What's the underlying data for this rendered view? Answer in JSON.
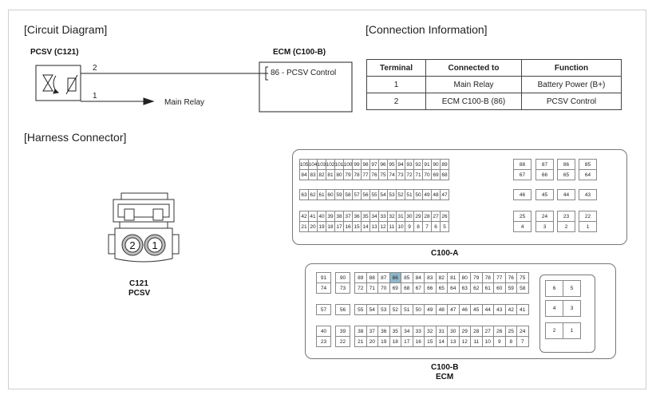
{
  "sections": {
    "circuit_diagram": "[Circuit Diagram]",
    "connection_information": "[Connection Information]",
    "harness_connector": "[Harness Connector]"
  },
  "circuit": {
    "pcsv_label": "PCSV (C121)",
    "ecm_label": "ECM (C100-B)",
    "ecm_pin_label": "86 - PCSV Control",
    "wire_2_number": "2",
    "wire_1_number": "1",
    "main_relay_label": "Main Relay"
  },
  "connection_table": {
    "headers": [
      "Terminal",
      "Connected to",
      "Function"
    ],
    "rows": [
      [
        "1",
        "Main Relay",
        "Battery Power (B+)"
      ],
      [
        "2",
        "ECM C100-B (86)",
        "PCSV Control"
      ]
    ]
  },
  "pcsv_connector": {
    "pins": [
      "2",
      "1"
    ],
    "caption_line1": "C121",
    "caption_line2": "PCSV"
  },
  "c100a": {
    "caption": "C100-A",
    "main_rows": [
      [
        "105",
        "104",
        "103",
        "102",
        "101",
        "100",
        "99",
        "98",
        "97",
        "96",
        "95",
        "94",
        "93",
        "92",
        "91",
        "90",
        "89"
      ],
      [
        "84",
        "83",
        "82",
        "81",
        "80",
        "79",
        "78",
        "77",
        "76",
        "75",
        "74",
        "73",
        "72",
        "71",
        "70",
        "69",
        "68"
      ],
      [
        "63",
        "62",
        "61",
        "60",
        "59",
        "58",
        "57",
        "56",
        "55",
        "54",
        "53",
        "52",
        "51",
        "50",
        "49",
        "48",
        "47"
      ],
      [
        "42",
        "41",
        "40",
        "39",
        "38",
        "37",
        "36",
        "35",
        "34",
        "33",
        "32",
        "31",
        "30",
        "29",
        "28",
        "27",
        "26"
      ],
      [
        "21",
        "20",
        "19",
        "18",
        "17",
        "16",
        "15",
        "14",
        "13",
        "12",
        "11",
        "10",
        "9",
        "8",
        "7",
        "6",
        "5"
      ]
    ],
    "side_rows": [
      [
        "88",
        "87",
        "86",
        "85"
      ],
      [
        "67",
        "66",
        "65",
        "64"
      ],
      [
        "46",
        "45",
        "44",
        "43"
      ],
      [
        "25",
        "24",
        "23",
        "22"
      ],
      [
        "4",
        "3",
        "2",
        "1"
      ]
    ]
  },
  "c100b": {
    "caption_line1": "C100-B",
    "caption_line2": "ECM",
    "highlight_pin": "86",
    "left_rows": [
      [
        "91",
        "90"
      ],
      [
        "74",
        "73"
      ],
      [
        "57",
        "56"
      ],
      [
        "40",
        "39"
      ],
      [
        "23",
        "22"
      ]
    ],
    "main_rows": [
      [
        "89",
        "88",
        "87",
        "86",
        "85",
        "84",
        "83",
        "82",
        "81",
        "80",
        "79",
        "78",
        "77",
        "76",
        "75"
      ],
      [
        "72",
        "71",
        "70",
        "69",
        "68",
        "67",
        "66",
        "65",
        "64",
        "63",
        "62",
        "61",
        "60",
        "59",
        "58"
      ],
      [
        "55",
        "54",
        "53",
        "52",
        "51",
        "50",
        "49",
        "48",
        "47",
        "46",
        "45",
        "44",
        "43",
        "42",
        "41"
      ],
      [
        "38",
        "37",
        "36",
        "35",
        "34",
        "33",
        "32",
        "31",
        "30",
        "29",
        "28",
        "27",
        "26",
        "25",
        "24"
      ],
      [
        "21",
        "20",
        "19",
        "18",
        "17",
        "16",
        "15",
        "14",
        "13",
        "12",
        "11",
        "10",
        "9",
        "8",
        "7"
      ]
    ],
    "right_rows": [
      [
        "6",
        "5"
      ],
      [
        "4",
        "3"
      ],
      [
        "2",
        "1"
      ]
    ]
  }
}
